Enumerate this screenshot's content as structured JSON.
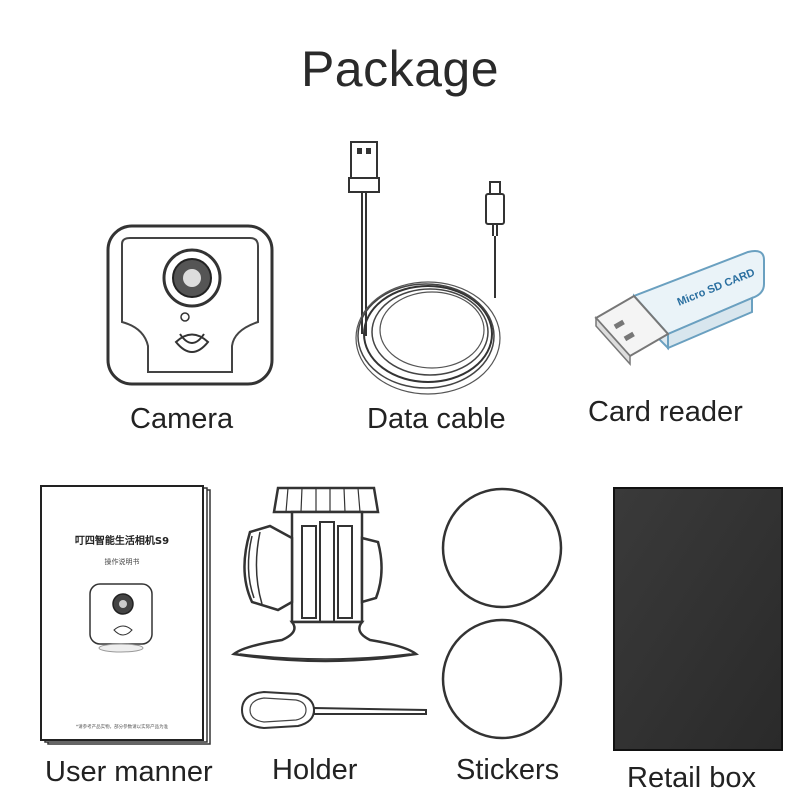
{
  "title": "Package",
  "items": [
    {
      "label": "Camera"
    },
    {
      "label": "Data cable"
    },
    {
      "label": "Card reader"
    },
    {
      "label": "User manner"
    },
    {
      "label": "Holder"
    },
    {
      "label": "Stickers"
    },
    {
      "label": "Retail box"
    }
  ],
  "manual": {
    "title": "叮四智能生活相机S9",
    "subtitle": "操作说明书",
    "footer": "*请参考产品实物，部分参数请以实际产品为准"
  },
  "card_reader_print": "Micro SD CARD"
}
